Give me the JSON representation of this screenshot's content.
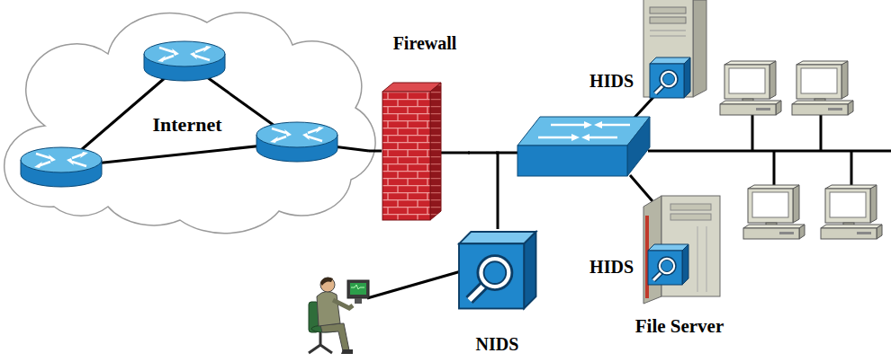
{
  "diagram": {
    "nodes": [
      {
        "text": [
          "Internet"
        ]
      },
      {
        "text": [
          "Firewall"
        ]
      },
      {
        "text": [
          "HIDS"
        ]
      },
      {
        "text": [
          "NIDS"
        ]
      },
      {
        "text": [
          "File Server"
        ]
      },
      {
        "text": [
          "HIDS"
        ],
        "in": 4
      }
    ],
    "edges": [
      {
        "from": 0,
        "to": 1,
        "arrow": "none"
      },
      {
        "from": 1,
        "to": 3,
        "arrow": "none"
      }
    ]
  }
}
